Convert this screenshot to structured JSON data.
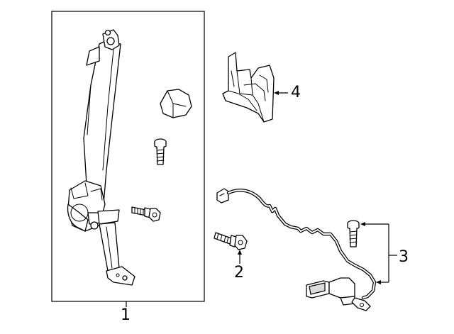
{
  "diagram": {
    "callouts": [
      {
        "id": "1",
        "label": "1"
      },
      {
        "id": "2",
        "label": "2"
      },
      {
        "id": "3",
        "label": "3"
      },
      {
        "id": "4",
        "label": "4"
      }
    ],
    "colors": {
      "line": "#000000",
      "background": "#ffffff",
      "shade": "#dcdcdc"
    }
  }
}
